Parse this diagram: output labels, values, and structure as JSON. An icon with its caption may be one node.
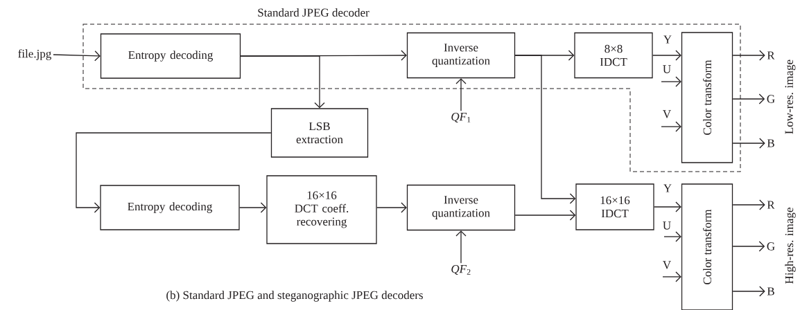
{
  "diagram": {
    "caption": "(b) Standard JPEG and steganographic JPEG decoders",
    "nodes": [
      {
        "text": [
          "Standard JPEG decoder"
        ]
      },
      {
        "text": [
          "file.jpg"
        ]
      },
      {
        "text": [
          "Entropy decoding"
        ],
        "in": 0
      },
      {
        "text": [
          "Inverse quantization"
        ],
        "in": 0
      },
      {
        "text": [
          "8×8 IDCT"
        ],
        "in": 0
      },
      {
        "text": [
          "Color transform"
        ],
        "in": 0
      },
      {
        "text": [
          "*QF*$_{1}$"
        ]
      },
      {
        "text": [
          "R"
        ]
      },
      {
        "text": [
          "G"
        ]
      },
      {
        "text": [
          "B"
        ]
      },
      {
        "text": [
          "LSB extraction"
        ]
      },
      {
        "text": [
          "Entropy decoding"
        ]
      },
      {
        "text": [
          "16×16 DCT coeff. recovering"
        ]
      },
      {
        "text": [
          "Inverse quantization"
        ]
      },
      {
        "text": [
          "16×16 IDCT"
        ]
      },
      {
        "text": [
          "Color transform"
        ]
      },
      {
        "text": [
          "*QF*$_{2}$"
        ]
      },
      {
        "text": [
          "R"
        ]
      },
      {
        "text": [
          "G"
        ]
      },
      {
        "text": [
          "B"
        ]
      }
    ],
    "edges": [
      {
        "from": 1,
        "to": 2,
        "arrow": "to"
      },
      {
        "from": 2,
        "to": 3,
        "arrow": "to"
      },
      {
        "from": 2,
        "to": 10,
        "arrow": "to"
      },
      {
        "from": 3,
        "to": 4,
        "arrow": "to"
      },
      {
        "from": 3,
        "to": 14,
        "arrow": "to"
      },
      {
        "from": 4,
        "to": 5,
        "arrow": "to",
        "label": "Y"
      },
      {
        "from": null,
        "to": 5,
        "arrow": "to",
        "label": "U"
      },
      {
        "from": null,
        "to": 5,
        "arrow": "to",
        "label": "V"
      },
      {
        "from": 5,
        "to": 7,
        "arrow": "to"
      },
      {
        "from": 5,
        "to": 8,
        "arrow": "to"
      },
      {
        "from": 5,
        "to": 9,
        "arrow": "to"
      },
      {
        "from": 6,
        "to": 3,
        "arrow": "to"
      },
      {
        "from": 10,
        "to": 11,
        "arrow": "to"
      },
      {
        "from": 11,
        "to": 12,
        "arrow": "to"
      },
      {
        "from": 12,
        "to": 13,
        "arrow": "to"
      },
      {
        "from": 13,
        "to": 14,
        "arrow": "to"
      },
      {
        "from": 14,
        "to": 15,
        "arrow": "to",
        "label": "Y"
      },
      {
        "from": null,
        "to": 15,
        "arrow": "to",
        "label": "U"
      },
      {
        "from": null,
        "to": 15,
        "arrow": "to",
        "label": "V"
      },
      {
        "from": 15,
        "to": 17,
        "arrow": "to"
      },
      {
        "from": 15,
        "to": 18,
        "arrow": "to"
      },
      {
        "from": 15,
        "to": 19,
        "arrow": "to"
      },
      {
        "from": 16,
        "to": 13,
        "arrow": "to"
      }
    ],
    "labels": [
      "Low-res. image",
      "High-res. image"
    ]
  }
}
